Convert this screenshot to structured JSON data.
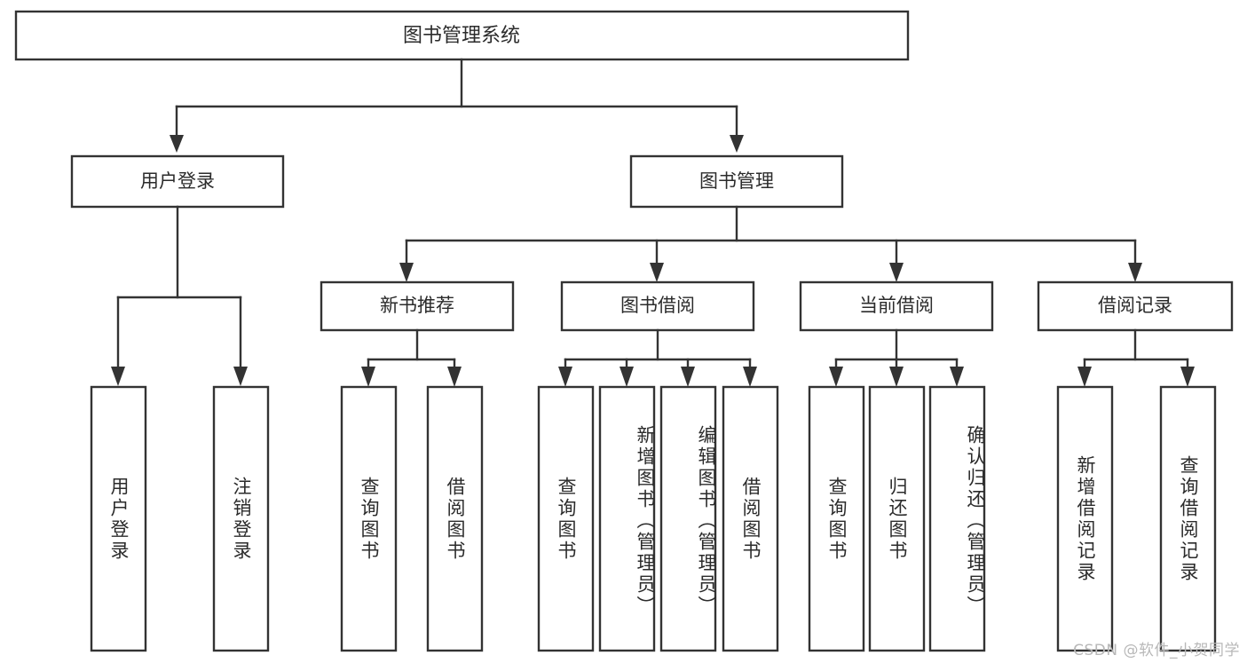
{
  "diagram": {
    "title": "图书管理系统",
    "type": "tree",
    "watermark": "CSDN @软件_小贺同学",
    "colors": {
      "stroke": "#333333",
      "box_fill": "#ffffff",
      "text": "#2b2b2b",
      "background": "#ffffff",
      "watermark": "#b8b8b8"
    },
    "root": {
      "id": "root",
      "label": "图书管理系统",
      "level": 0
    },
    "level1": [
      {
        "id": "user-login",
        "label": "用户登录",
        "level": 1
      },
      {
        "id": "book-management",
        "label": "图书管理",
        "level": 1
      }
    ],
    "level2": [
      {
        "id": "new-book-recommend",
        "label": "新书推荐",
        "level": 2,
        "parent": "book-management"
      },
      {
        "id": "book-borrow",
        "label": "图书借阅",
        "level": 2,
        "parent": "book-management"
      },
      {
        "id": "current-borrow",
        "label": "当前借阅",
        "level": 2,
        "parent": "book-management"
      },
      {
        "id": "borrow-record",
        "label": "借阅记录",
        "level": 2,
        "parent": "book-management"
      }
    ],
    "leaves": [
      {
        "id": "leaf-user-login",
        "label": "用户登录",
        "parent": "user-login"
      },
      {
        "id": "leaf-user-logout",
        "label": "注销登录",
        "parent": "user-login"
      },
      {
        "id": "leaf-query-book-1",
        "label": "查询图书",
        "parent": "new-book-recommend"
      },
      {
        "id": "leaf-borrow-book-1",
        "label": "借阅图书",
        "parent": "new-book-recommend"
      },
      {
        "id": "leaf-query-book-2",
        "label": "查询图书",
        "parent": "book-borrow"
      },
      {
        "id": "leaf-add-book",
        "label": "新增图书（管理员）",
        "parent": "book-borrow"
      },
      {
        "id": "leaf-edit-book",
        "label": "编辑图书（管理员）",
        "parent": "book-borrow"
      },
      {
        "id": "leaf-borrow-book-2",
        "label": "借阅图书",
        "parent": "book-borrow"
      },
      {
        "id": "leaf-query-book-3",
        "label": "查询图书",
        "parent": "current-borrow"
      },
      {
        "id": "leaf-return-book",
        "label": "归还图书",
        "parent": "current-borrow"
      },
      {
        "id": "leaf-confirm-return",
        "label": "确认归还（管理员）",
        "parent": "current-borrow"
      },
      {
        "id": "leaf-add-record",
        "label": "新增借阅记录",
        "parent": "borrow-record"
      },
      {
        "id": "leaf-query-record",
        "label": "查询借阅记录",
        "parent": "borrow-record"
      }
    ]
  }
}
